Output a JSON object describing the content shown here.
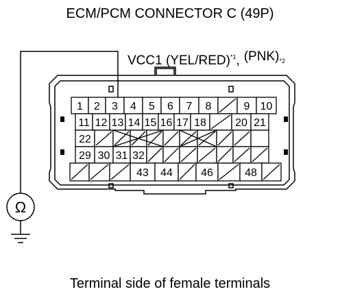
{
  "title": "ECM/PCM CONNECTOR C (49P)",
  "probe": {
    "main": "VCC1 (YEL/RED)",
    "note1": "*1",
    "sep": ",",
    "alt": "(PNK)",
    "note2": "*2"
  },
  "footer": "Terminal side of female terminals",
  "meter_symbol": "Ω",
  "rows": [
    [
      "1",
      "2",
      "3",
      "4",
      "5",
      "6",
      "7",
      "8",
      "",
      "9",
      "10"
    ],
    [
      "11",
      "12",
      "13",
      "14",
      "15",
      "16",
      "17",
      "18",
      "",
      "20",
      "21"
    ],
    [
      "22",
      "",
      "",
      "",
      "",
      "",
      "",
      "",
      "",
      "",
      ""
    ],
    [
      "29",
      "30",
      "31",
      "32",
      "",
      "",
      "",
      "",
      "",
      "",
      ""
    ],
    [
      "",
      "",
      "",
      "43",
      "44",
      "",
      "46",
      "",
      "48",
      ""
    ]
  ],
  "empty_cells": [
    "r0c8",
    "r1c8",
    "r2c1",
    "r2c2",
    "r2c3",
    "r2c4",
    "r2c5",
    "r2c6",
    "r2c7",
    "r2c8",
    "r2c9",
    "r3c4",
    "r3c5",
    "r3c6",
    "r3c7",
    "r3c8",
    "r3c9",
    "r3c10",
    "r4c0",
    "r4c1",
    "r4c2",
    "r4c5",
    "r4c7",
    "r4c9"
  ],
  "colors": {
    "line": "#000000",
    "background": "#ffffff"
  }
}
